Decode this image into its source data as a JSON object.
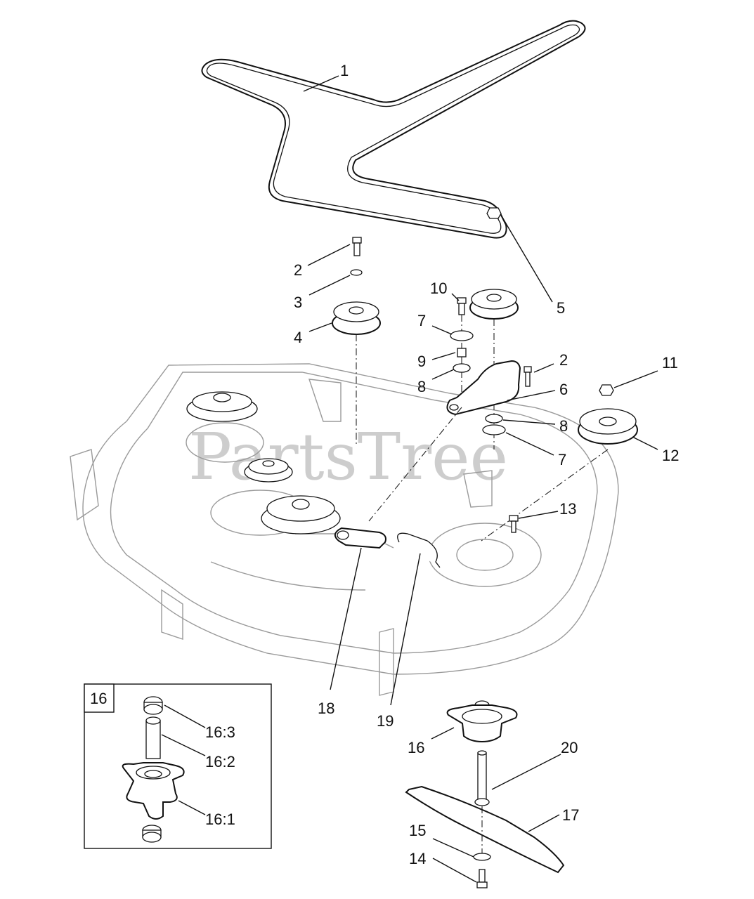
{
  "watermark": {
    "text": "PartsTree",
    "tm": "™"
  },
  "inset": {
    "label": "16"
  },
  "callouts": {
    "belt": "1",
    "bolt_left": "2",
    "washer_left": "3",
    "idler_left": "4",
    "nut_right": "5",
    "idler_arm": "6",
    "washer_top": "7",
    "washer_bottom": "7",
    "washer_arm_left": "8",
    "washer_arm_right": "8",
    "spacer": "9",
    "bolt_arm": "10",
    "nut_pulley": "11",
    "pulley_right": "12",
    "bolt_deck": "13",
    "blade_bolt": "14",
    "blade_washer": "15",
    "spindle": "16",
    "blade": "17",
    "spring": "18",
    "spring_hook": "19",
    "spindle_shaft": "20",
    "bolt_arm_right": "2",
    "inset_bearing": "16:3",
    "inset_spacer": "16:2",
    "inset_housing": "16:1"
  }
}
